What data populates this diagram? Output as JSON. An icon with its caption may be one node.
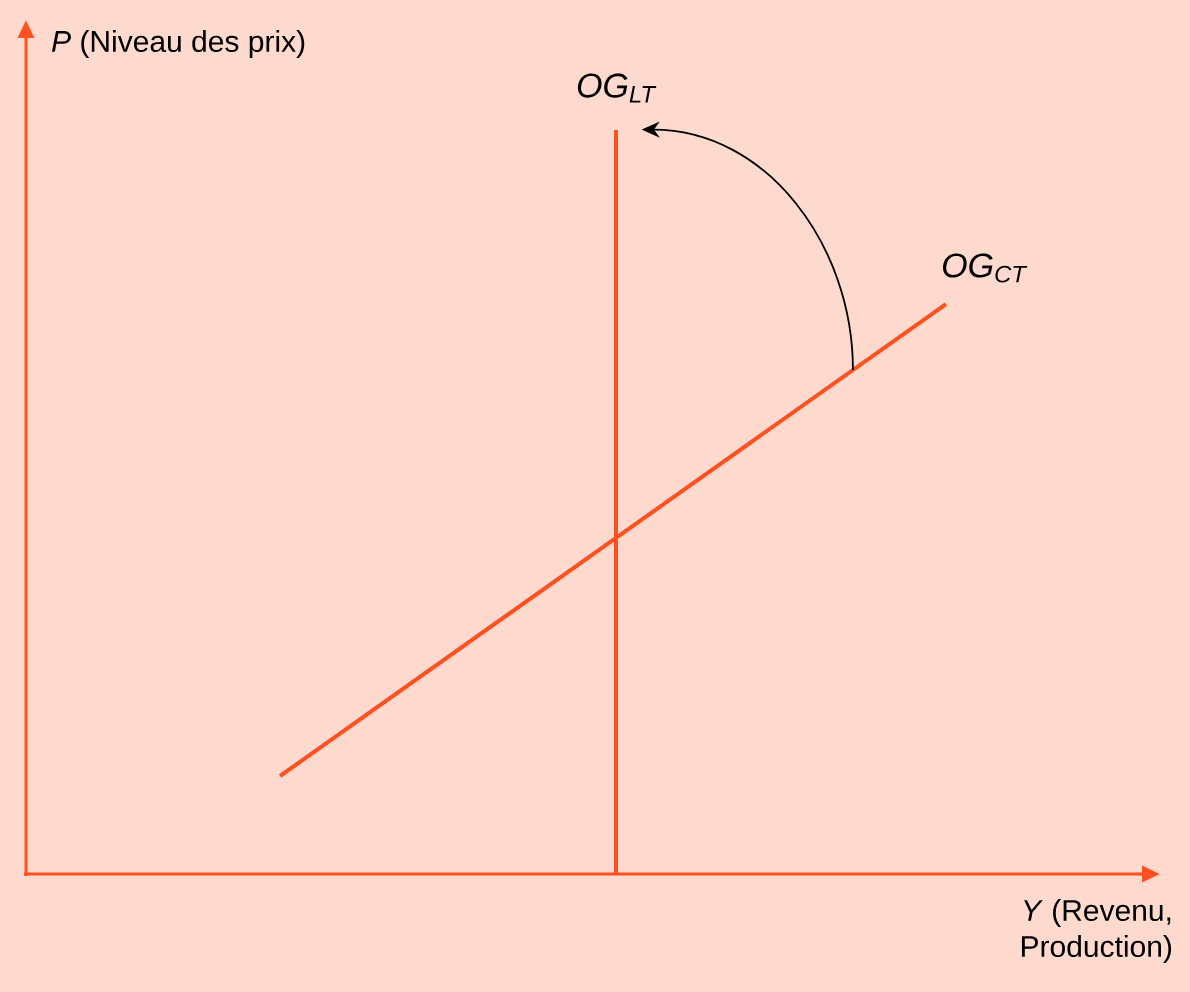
{
  "diagram": {
    "nodes": [
      {
        "text": [],
        "shape": "line",
        "beside": [
          "OG$_{LT}$"
        ]
      },
      {
        "text": [],
        "shape": "line",
        "beside": [
          "OG$_{CT}$"
        ]
      }
    ],
    "edges": [
      {
        "from": 1,
        "to": 0,
        "arrow": "to"
      }
    ],
    "labels": [
      "*P* (Niveau des prix)",
      "*Y* (Revenu, Production)"
    ]
  }
}
